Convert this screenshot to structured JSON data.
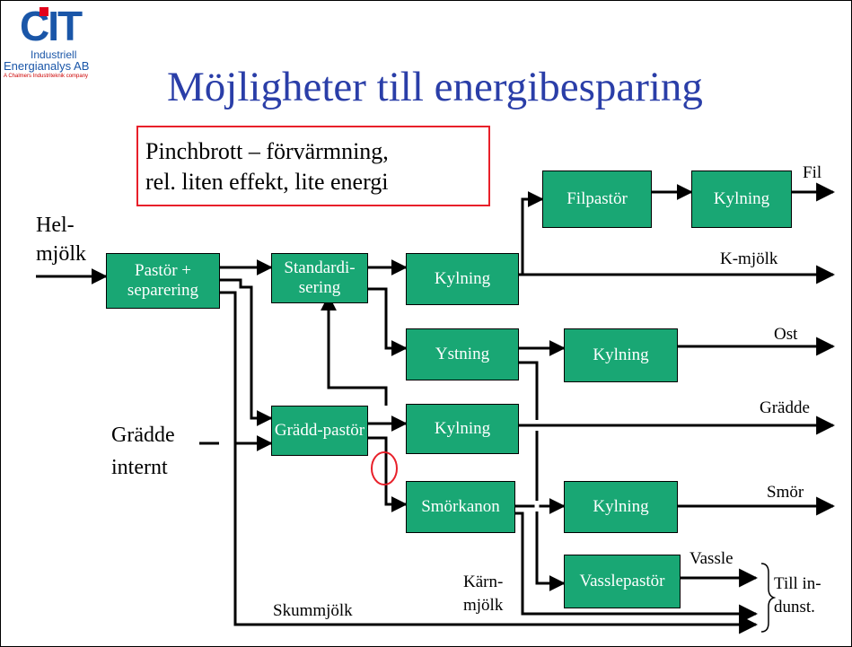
{
  "logo": {
    "text_cit": "CIT",
    "line1": "Industriell",
    "line2": "Energianalys AB",
    "line3": "A Chalmers Industriteknik company"
  },
  "title": "Möjligheter till energibesparing",
  "callout": {
    "line1": "Pinchbrott – förvärmning,",
    "line2": "rel. liten effekt, lite energi"
  },
  "inputs": {
    "helmjolk_1": "Hel-",
    "helmjolk_2": "mjölk",
    "gradde_internt_1": "Grädde",
    "gradde_internt_2": "internt"
  },
  "process_boxes": {
    "pastor_separering": "Pastör + separering",
    "standardisering": "Standardi-sering",
    "kylning_1": "Kylning",
    "filpastor": "Filpastör",
    "kylning_fil": "Kylning",
    "ystning": "Ystning",
    "kylning_ost": "Kylning",
    "graddpastor": "Grädd-pastör",
    "kylning_gradde": "Kylning",
    "smorkanon": "Smörkanon",
    "kylning_smor": "Kylning",
    "vasslepastor": "Vasslepastör"
  },
  "outputs": {
    "fil": "Fil",
    "k_mjolk": "K-mjölk",
    "ost": "Ost",
    "gradde": "Grädde",
    "smor": "Smör",
    "vassle": "Vassle",
    "karnmjolk_1": "Kärn-",
    "karnmjolk_2": "mjölk",
    "skummjolk": "Skummjölk",
    "till_indunst_1": "Till in-",
    "till_indunst_2": "dunst."
  },
  "colors": {
    "box_fill": "#19a774",
    "title": "#2a3ea8",
    "callout_border": "#e8202a",
    "pinch_marker": "#e8202a",
    "logo_blue": "#1a56a8"
  }
}
